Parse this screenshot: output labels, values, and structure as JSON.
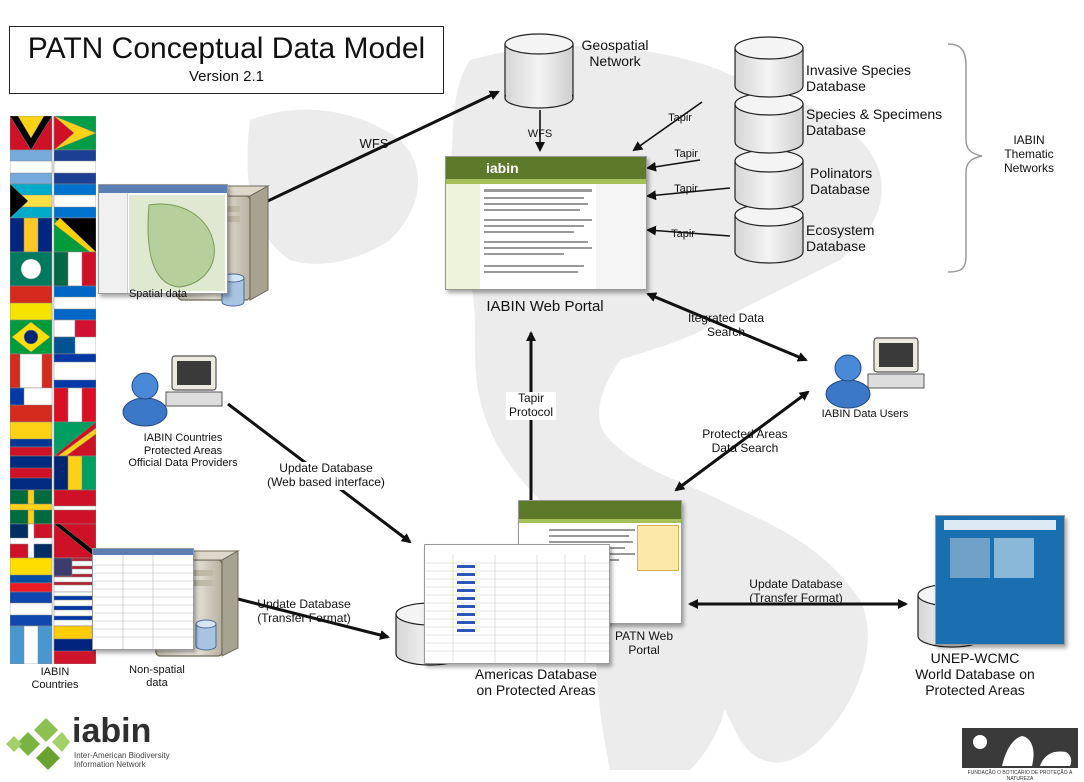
{
  "title": {
    "main": "PATN Conceptual Data Model",
    "version": "Version 2.1"
  },
  "labels": {
    "geospatial_network": "Geospatial\nNetwork",
    "wfs_top": "WFS",
    "wfs_left": "WFS",
    "invasive_db": "Invasive Species\nDatabase",
    "species_db": "Species & Specimens\nDatabase",
    "polinators_db": "Polinators\nDatabase",
    "ecosystem_db": "Ecosystem\nDatabase",
    "thematic_networks": "IABIN\nThematic\nNetworks",
    "tapir_1": "Tapir",
    "tapir_2": "Tapir",
    "tapir_3": "Tapir",
    "tapir_4": "Tapir",
    "iabin_web_portal": "IABIN Web Portal",
    "spatial_data": "Spatial data",
    "integrated_search": "Itegrated Data\nSearch",
    "iabin_data_users": "IABIN Data Users",
    "countries_providers": "IABIN Countries\nProtected Areas\nOfficial Data Providers",
    "tapir_protocol": "Tapir\nProtocol",
    "protected_search": "Protected Areas\nData Search",
    "update_web": "Update Database\n(Web based interface)",
    "update_transfer_left": "Update Database\n(Transfer Format)",
    "update_transfer_right": "Update Database\n(Transfer Format)",
    "non_spatial": "Non-spatial\ndata",
    "iabin_countries": "IABIN\nCountries",
    "americas_db": "Americas Database\non Protected Areas",
    "patn_portal": "PATN Web\nPortal",
    "unep": "UNEP-WCMC\nWorld Database on\nProtected Areas"
  },
  "logos": {
    "iabin_name": "iabin",
    "iabin_sub": "Inter-American Biodiversity\nInformation Network",
    "boticario": "FUNDAÇÃO O BOTICÁRIO DE PROTEÇÃO À NATUREZA"
  },
  "portal_screen": {
    "brand": "iabin"
  },
  "colors": {
    "arrow": "#111111",
    "db_fill": "#e6e6e6",
    "map": "#e9e9e9",
    "iabin_green": "#6aa232"
  }
}
